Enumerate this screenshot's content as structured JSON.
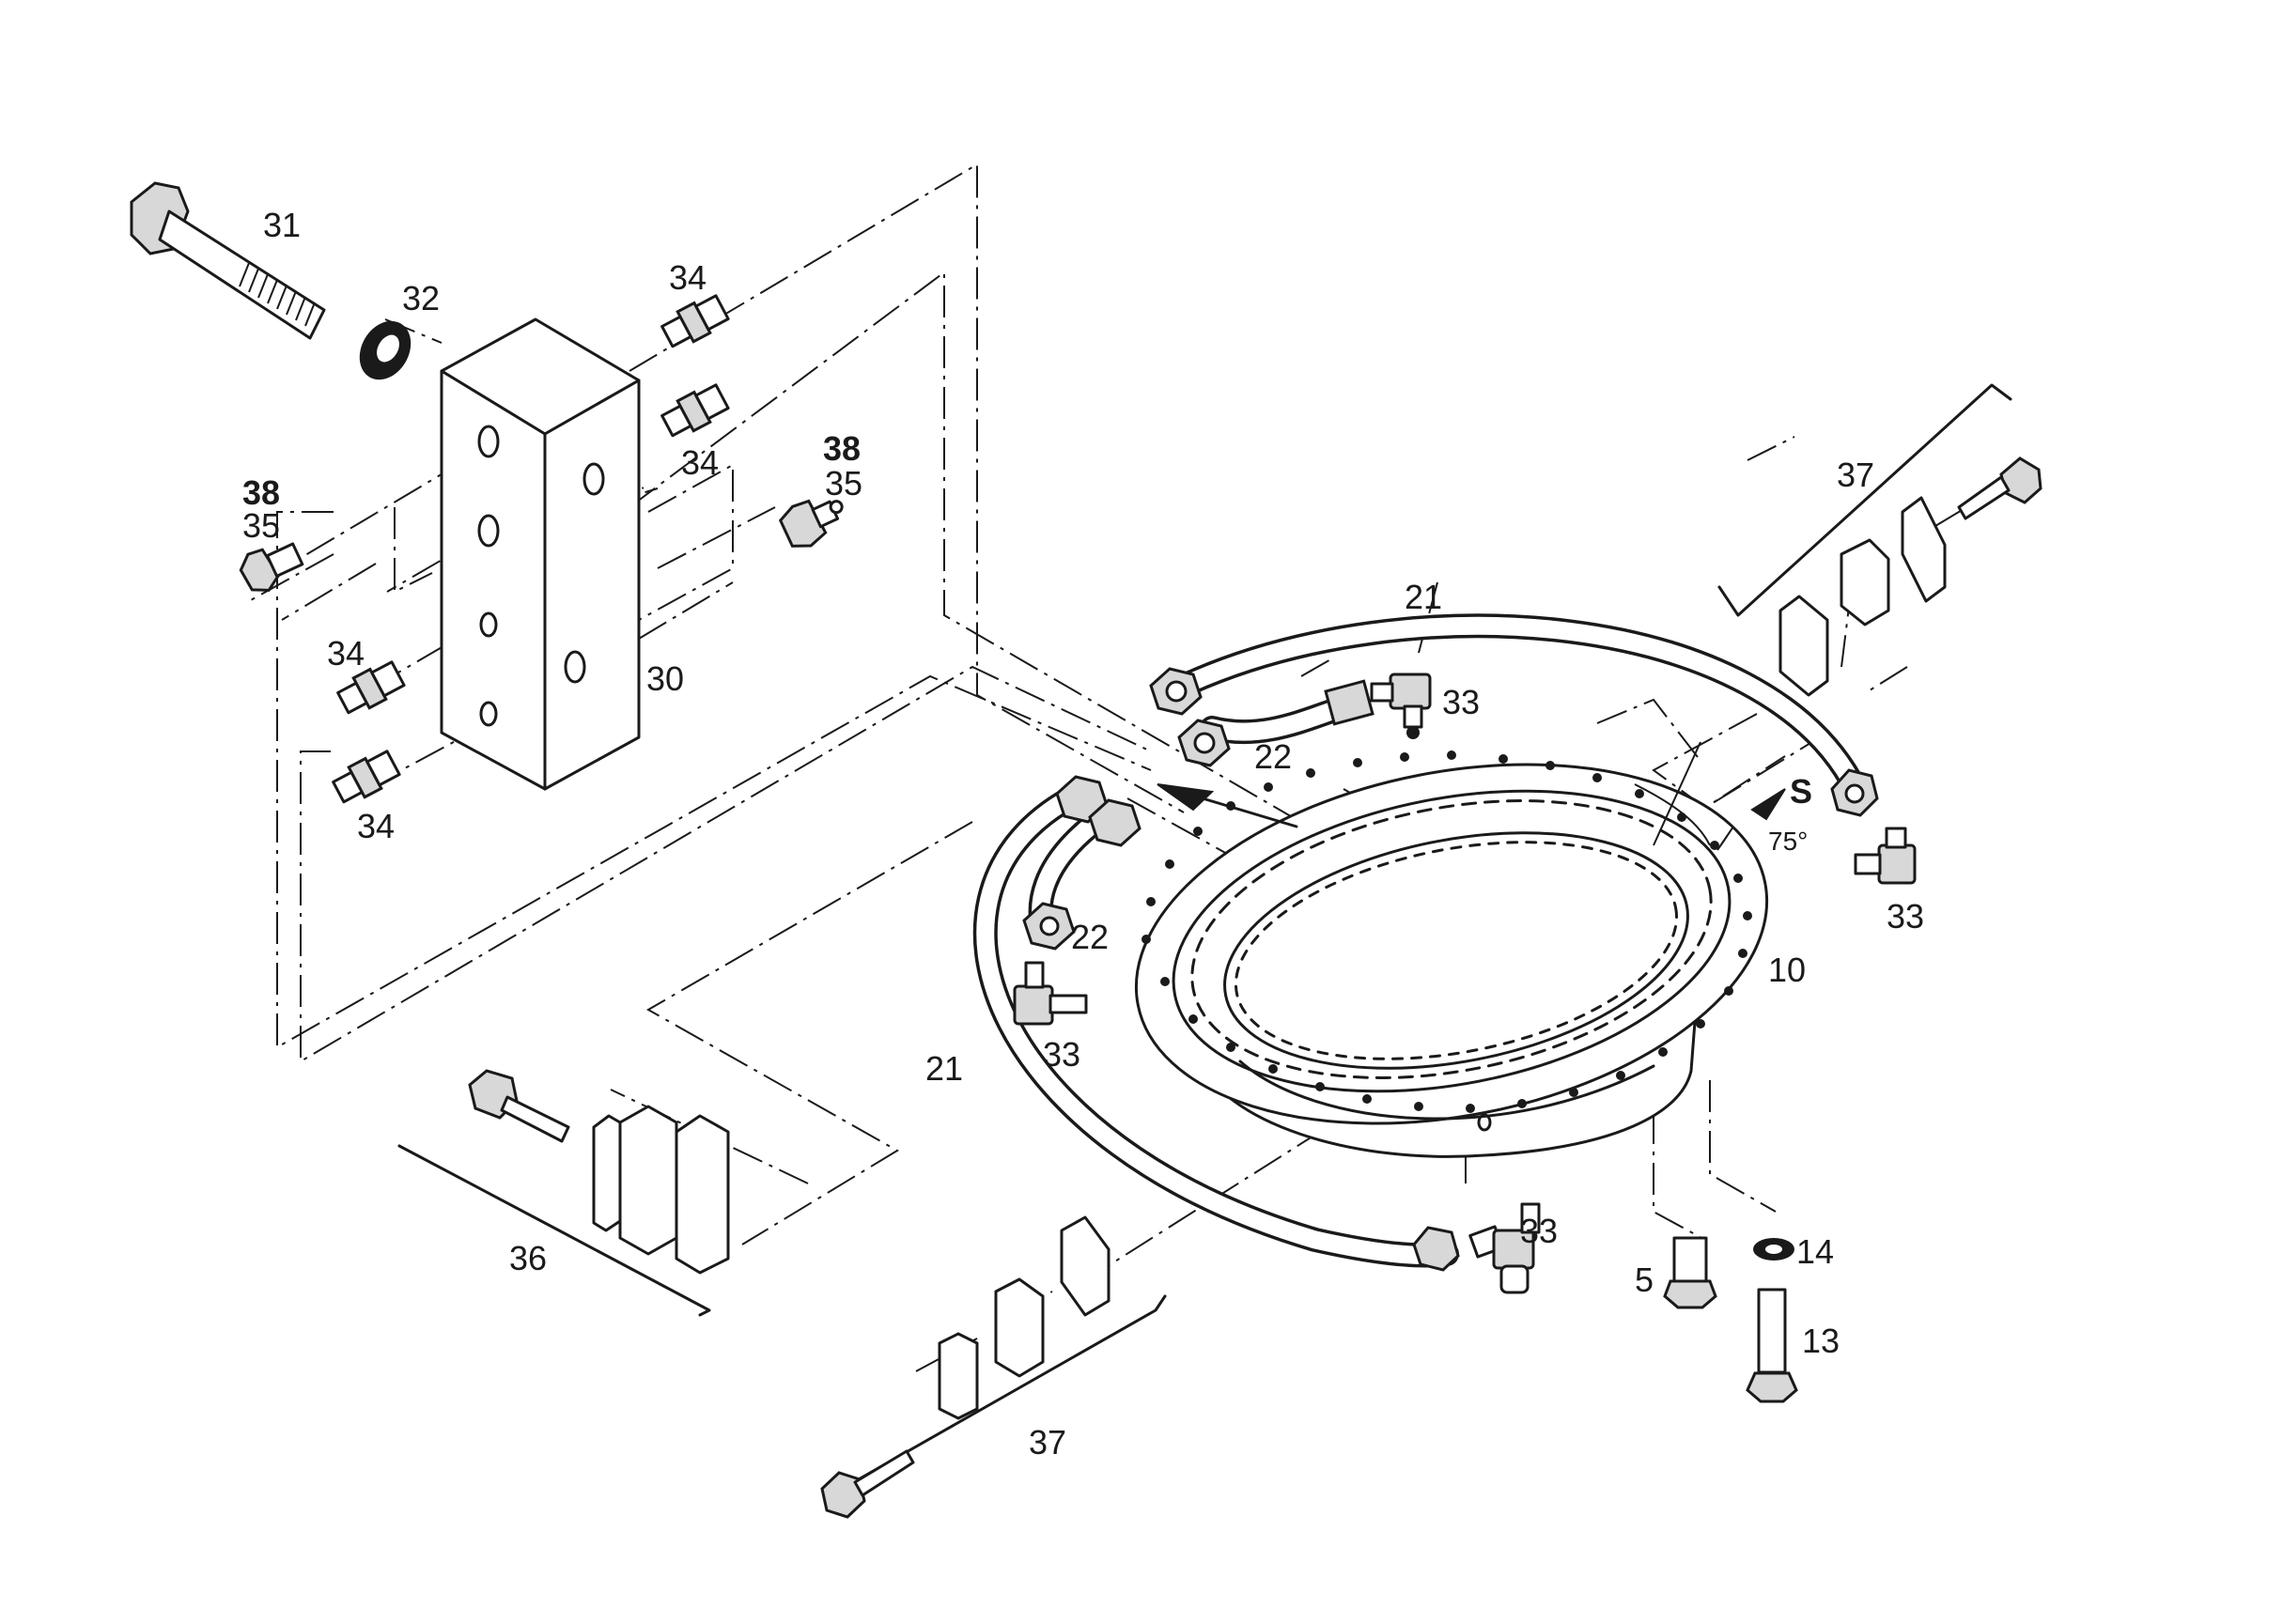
{
  "labels": {
    "l31": "31",
    "l32": "32",
    "l34a": "34",
    "l34b": "34",
    "l34c": "34",
    "l34d": "34",
    "l38a": "38",
    "l35a": "35",
    "l38b": "38",
    "l35b": "35",
    "l30": "30",
    "l21a": "21",
    "l21b": "21",
    "l22a": "22",
    "l22b": "22",
    "l33a": "33",
    "l33b": "33",
    "l33c": "33",
    "l33d": "33",
    "l37a": "37",
    "l37b": "37",
    "l36": "36",
    "l10": "10",
    "l14": "14",
    "l13": "13",
    "l5": "5",
    "lS": "S",
    "langle": "75°"
  },
  "parts": [
    {
      "id": "30",
      "name": "distributor-block"
    },
    {
      "id": "31",
      "name": "bolt"
    },
    {
      "id": "32",
      "name": "washer"
    },
    {
      "id": "34",
      "name": "fitting"
    },
    {
      "id": "35",
      "name": "lubrication-nipple"
    },
    {
      "id": "38",
      "name": "lubrication-nipple-alt"
    },
    {
      "id": "21",
      "name": "hose"
    },
    {
      "id": "22",
      "name": "hose-nut"
    },
    {
      "id": "33",
      "name": "elbow-fitting"
    },
    {
      "id": "10",
      "name": "slewing-ring"
    },
    {
      "id": "36",
      "name": "clamp-set"
    },
    {
      "id": "37",
      "name": "clamp-set"
    },
    {
      "id": "5",
      "name": "screw"
    },
    {
      "id": "13",
      "name": "bolt"
    },
    {
      "id": "14",
      "name": "washer"
    }
  ]
}
